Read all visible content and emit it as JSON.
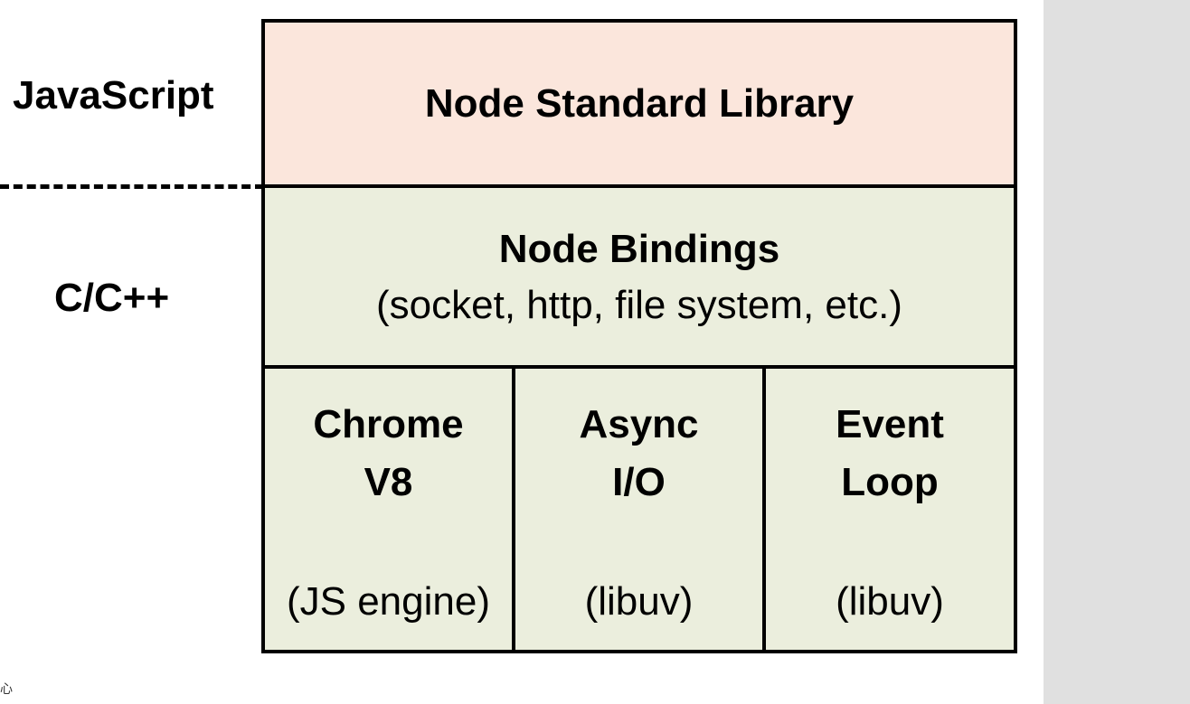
{
  "labels": {
    "javascript": "JavaScript",
    "cpp": "C/C++"
  },
  "stack": {
    "stdlib": "Node Standard Library",
    "bindings_title": "Node Bindings",
    "bindings_sub": "(socket, http, file system, etc.)",
    "cells": [
      {
        "title_line1": "Chrome",
        "title_line2": "V8",
        "foot": "(JS engine)"
      },
      {
        "title_line1": "Async",
        "title_line2": "I/O",
        "foot": "(libuv)"
      },
      {
        "title_line1": "Event",
        "title_line2": "Loop",
        "foot": "(libuv)"
      }
    ]
  },
  "corner_text": "心",
  "colors": {
    "js_layer": "#fbe6dc",
    "native_layer": "#ebeedd",
    "side_panel": "#e0e0e0"
  }
}
